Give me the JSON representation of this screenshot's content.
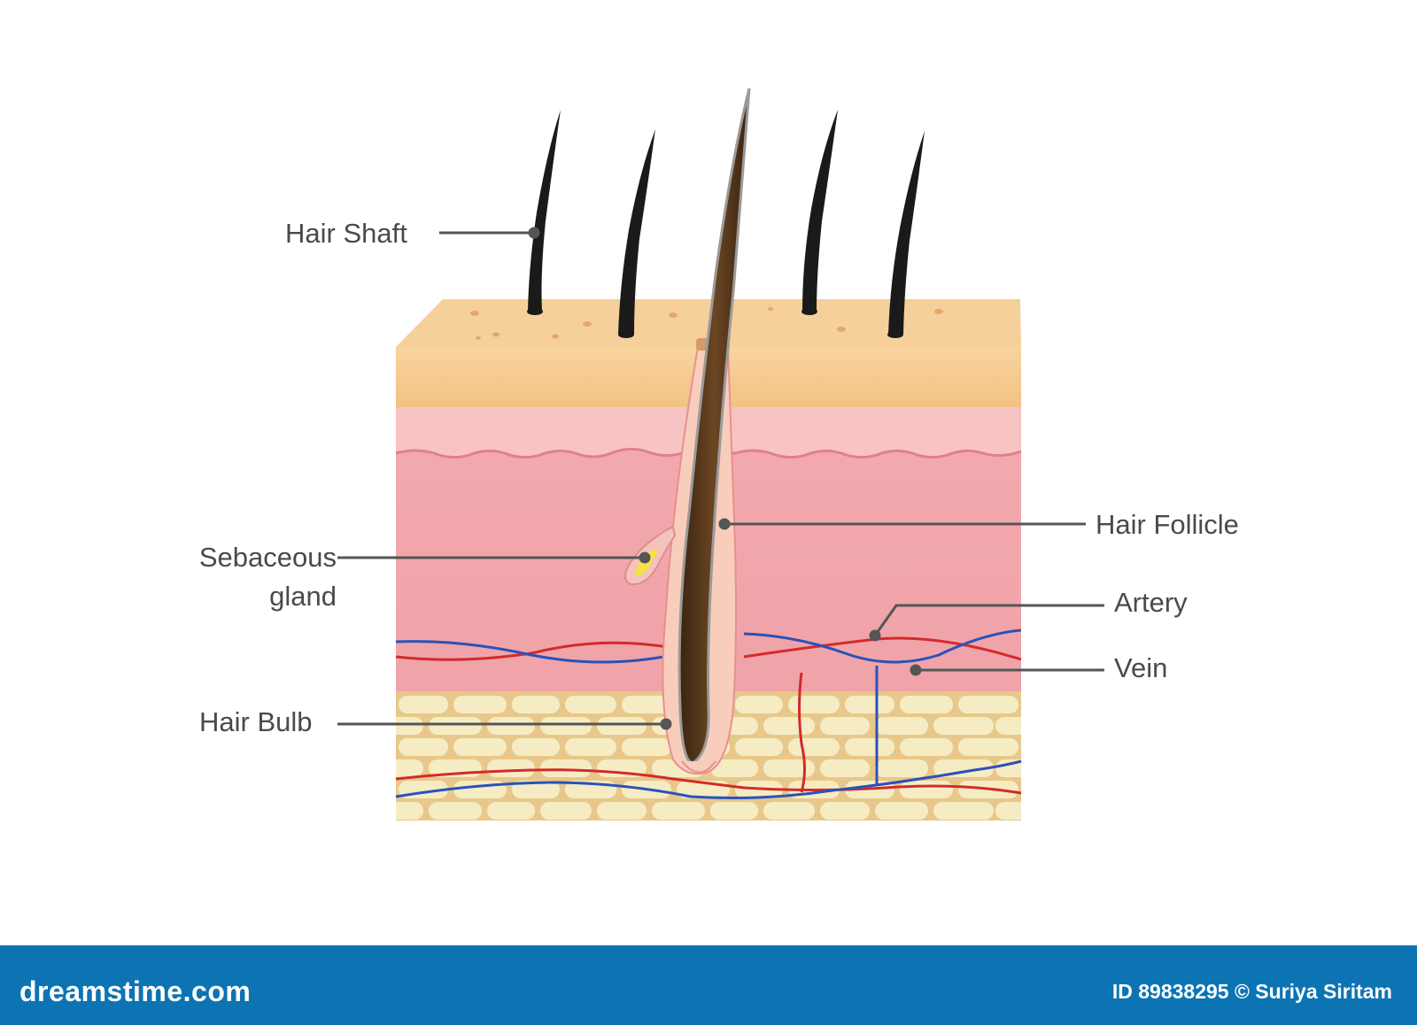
{
  "labels": {
    "hair_shaft": "Hair Shaft",
    "sebaceous_line1": "Sebaceous",
    "sebaceous_line2": "gland",
    "hair_bulb": "Hair Bulb",
    "hair_follicle": "Hair Follicle",
    "artery": "Artery",
    "vein": "Vein"
  },
  "footer": {
    "brand": "dreamstime.com",
    "credit": "ID 89838295 © Suriya Siritam"
  },
  "colors": {
    "epidermis": "#f5c98f",
    "dermis": "#f0a3a9",
    "fat": "#f3e4b0",
    "hair": "#1a1a1a",
    "artery": "#d42a2a",
    "vein": "#2a52b8",
    "footer": "#0d74b4"
  }
}
